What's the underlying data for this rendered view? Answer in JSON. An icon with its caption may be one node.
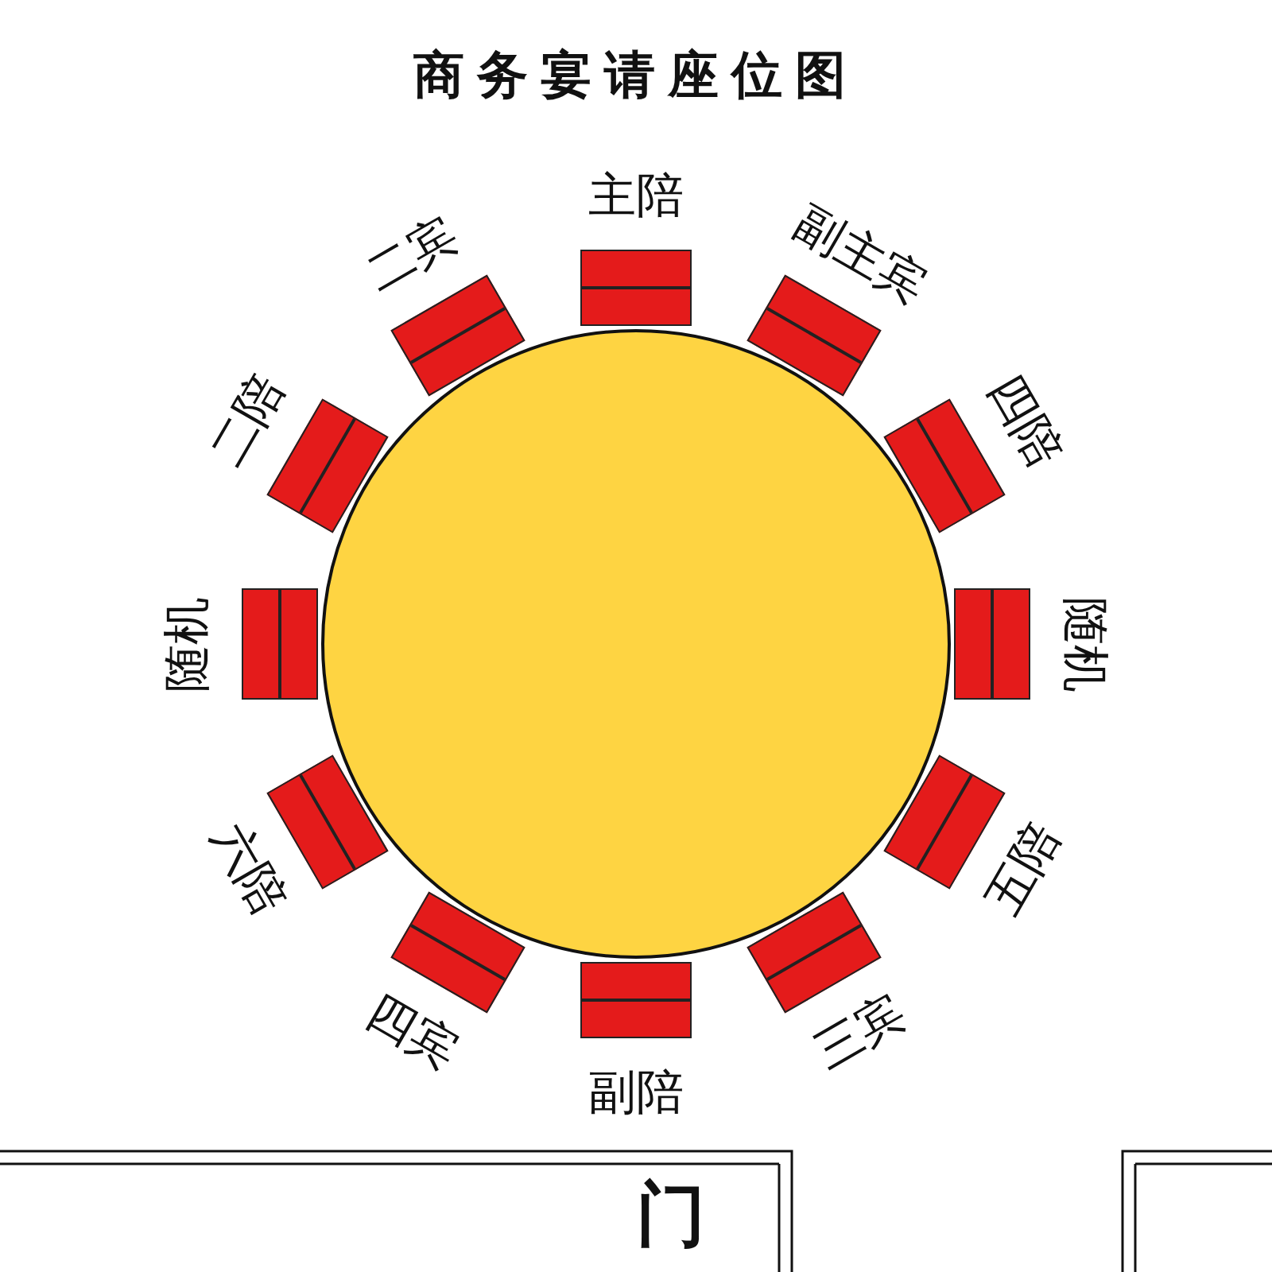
{
  "diagram": {
    "title": "商务宴请座位图",
    "nodes": [
      {
        "text": [
          "主陪"
        ]
      },
      {
        "text": [
          "副主宾"
        ]
      },
      {
        "text": [
          "四陪"
        ]
      },
      {
        "text": [
          "随机"
        ]
      },
      {
        "text": [
          "五陪"
        ]
      },
      {
        "text": [
          "三宾"
        ]
      },
      {
        "text": [
          "副陪"
        ]
      },
      {
        "text": [
          "四宾"
        ]
      },
      {
        "text": [
          "六陪"
        ]
      },
      {
        "text": [
          "随机"
        ]
      },
      {
        "text": [
          "二陪"
        ]
      },
      {
        "text": [
          "二宾"
        ]
      },
      {
        "text": [],
        "shape": "circle"
      }
    ],
    "edges": [],
    "labels": [
      "门"
    ]
  }
}
